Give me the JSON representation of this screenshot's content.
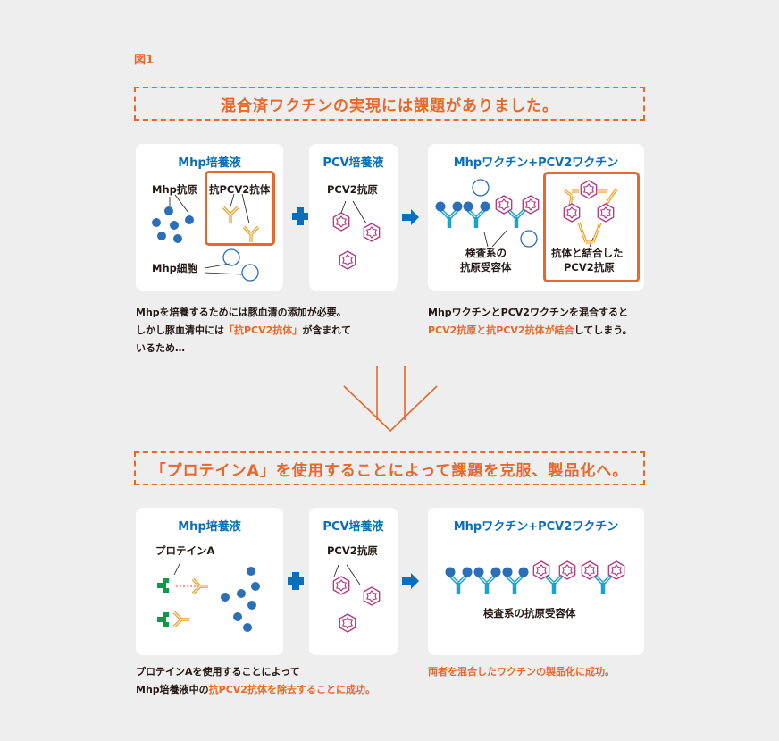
{
  "figure_label": "図1",
  "top": {
    "headline": "混合済ワクチンの実現には課題がありました。",
    "panel1": {
      "title": "Mhp培養液",
      "antigen_label": "Mhp抗原",
      "antibody_label": "抗PCV2抗体",
      "cell_label": "Mhp細胞"
    },
    "panel2": {
      "title": "PCV培養液",
      "antigen_label": "PCV2抗原"
    },
    "panel3": {
      "title": "Mhpワクチン+PCV2ワクチン",
      "receptor_label_1": "検査系の",
      "receptor_label_2": "抗原受容体",
      "bound_label_1": "抗体と結合した",
      "bound_label_2": "PCV2抗原"
    },
    "caption_left": {
      "line1": "Mhpを培養するためには豚血清の添加が必要。",
      "line2_pre": "しかし豚血清中には",
      "line2_hl": "「抗PCV2抗体」",
      "line2_post": "が含まれて",
      "line3": "いるため…"
    },
    "caption_right": {
      "line1": "MhpワクチンとPCV2ワクチンを混合すると",
      "line2_hl": "PCV2抗原と抗PCV2抗体が結合",
      "line2_post": "してしまう。"
    }
  },
  "bottom": {
    "headline": "「プロテインA」を使用することによって課題を克服、製品化へ。",
    "panel1": {
      "title": "Mhp培養液",
      "proteinA_label": "プロテインA"
    },
    "panel2": {
      "title": "PCV培養液",
      "antigen_label": "PCV2抗原"
    },
    "panel3": {
      "title": "Mhpワクチン+PCV2ワクチン",
      "receptor_label": "検査系の抗原受容体"
    },
    "caption_left": {
      "line1": "プロテインAを使用することによって",
      "line2_pre": "Mhp培養液中の",
      "line2_hl": "抗PCV2抗体を除去することに成功。"
    },
    "caption_right": {
      "line1_hl": "両者を混合したワクチンの製品化に成功。"
    }
  },
  "colors": {
    "orange": "#e8672a",
    "blue": "#0a6fb8",
    "dot": "#2a6fb8",
    "magenta": "#b5327c",
    "cyan": "#1aa3cc",
    "green": "#0a9a48",
    "background": "#eeeeee"
  }
}
